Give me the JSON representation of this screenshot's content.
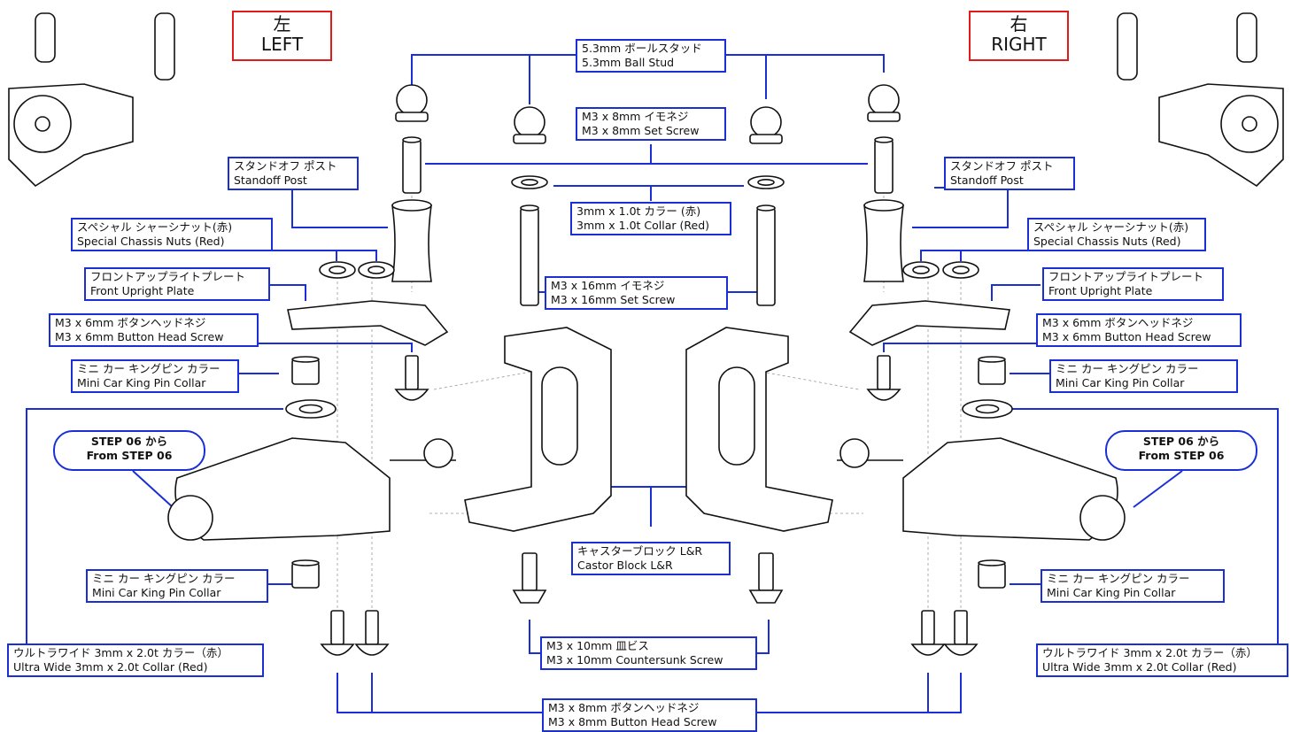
{
  "sides": {
    "left": {
      "kanji": "左",
      "label": "LEFT"
    },
    "right": {
      "kanji": "右",
      "label": "RIGHT"
    }
  },
  "callouts": {
    "ball_stud": {
      "ja": "5.3mm ボールスタッド",
      "en": "5.3mm Ball Stud"
    },
    "set_screw_8": {
      "ja": "M3 x 8mm イモネジ",
      "en": "M3 x 8mm Set Screw"
    },
    "standoff_post": {
      "ja": "スタンドオフ ポスト",
      "en": "Standoff Post"
    },
    "collar_1_0": {
      "ja": "3mm x 1.0t カラー (赤)",
      "en": "3mm x 1.0t Collar (Red)"
    },
    "chassis_nuts": {
      "ja": "スペシャル シャーシナット(赤)",
      "en": "Special Chassis Nuts (Red)"
    },
    "upright_plate": {
      "ja": "フロントアップライトプレート",
      "en": "Front Upright Plate"
    },
    "set_screw_16": {
      "ja": "M3 x 16mm イモネジ",
      "en": "M3 x 16mm Set Screw"
    },
    "button_screw_6": {
      "ja": "M3 x 6mm ボタンヘッドネジ",
      "en": "M3 x 6mm Button Head Screw"
    },
    "king_pin_collar": {
      "ja": "ミニ カー キングピン カラー",
      "en": "Mini Car King Pin Collar"
    },
    "castor_block": {
      "ja": "キャスターブロック L&R",
      "en": "Castor Block L&R"
    },
    "ultra_wide_collar": {
      "ja": "ウルトラワイド 3mm x 2.0t カラー（赤）",
      "en": "Ultra Wide 3mm x 2.0t Collar (Red)"
    },
    "countersunk_10": {
      "ja": "M3 x 10mm 皿ビス",
      "en": "M3 x 10mm Countersunk Screw"
    },
    "button_screw_8": {
      "ja": "M3 x 8mm ボタンヘッドネジ",
      "en": "M3 x 8mm Button Head Screw"
    }
  },
  "step_ref": {
    "line1": "STEP 06 から",
    "line2": "From STEP 06"
  },
  "colors": {
    "leader": "#1a2fd6",
    "side_border": "#e01b1b",
    "part_stroke": "#111111"
  }
}
